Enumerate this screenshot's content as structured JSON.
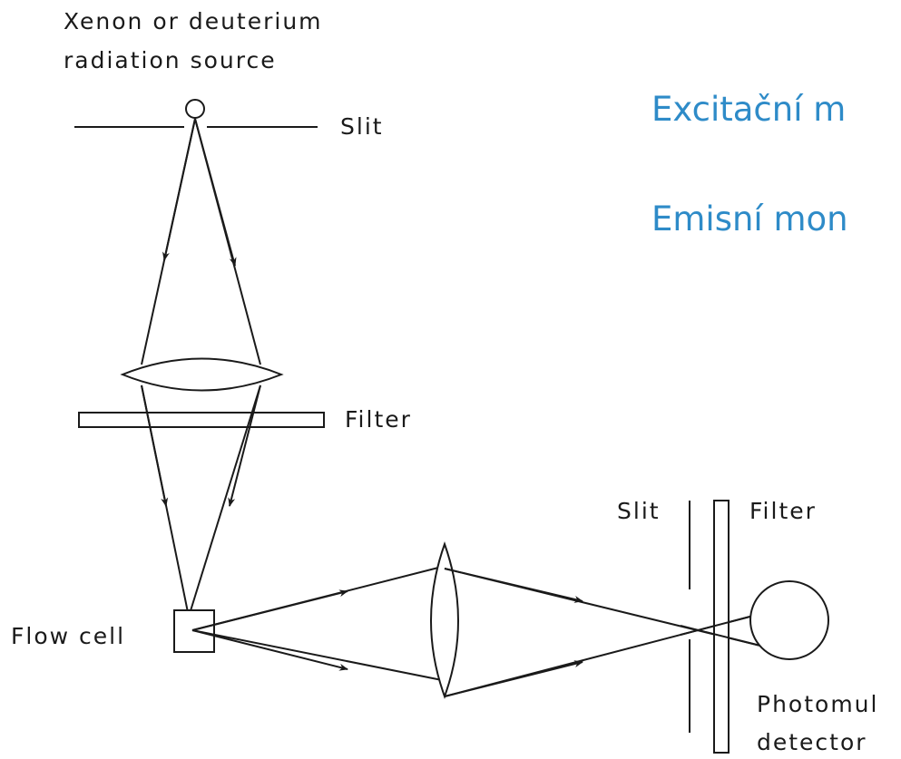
{
  "labels": {
    "source_line1": "Xenon or deuterium",
    "source_line2": "radiation source",
    "slit_top": "Slit",
    "filter_top": "Filter",
    "slit_right": "Slit",
    "filter_right": "Filter",
    "flow_cell": "Flow cell",
    "detector_line1": "Photomul",
    "detector_line2": "detector"
  },
  "headings": {
    "excitation": "Excitační m",
    "emission": "Emisní mon"
  },
  "colors": {
    "heading": "#2e8bc8",
    "line": "#1a1a1a"
  }
}
